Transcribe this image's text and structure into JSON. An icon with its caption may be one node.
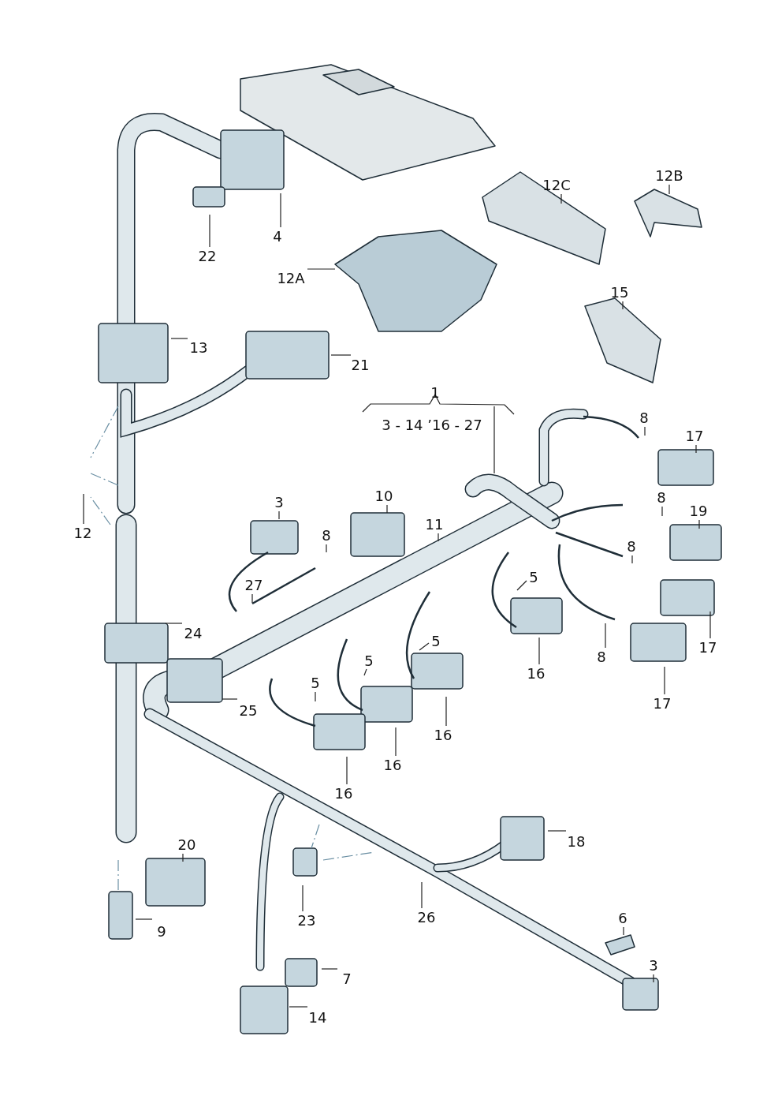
{
  "diagram": {
    "nodes": [
      {
        "text": [
          "4"
        ]
      },
      {
        "text": [
          "22"
        ]
      },
      {
        "text": [
          "12C"
        ]
      },
      {
        "text": [
          "12B"
        ]
      },
      {
        "text": [
          "12A"
        ]
      },
      {
        "text": [
          "15"
        ]
      },
      {
        "text": [
          "13"
        ]
      },
      {
        "text": [
          "21"
        ]
      },
      {
        "text": [
          "1"
        ]
      },
      {
        "text": [
          "12"
        ]
      },
      {
        "text": [
          "3"
        ]
      },
      {
        "text": [
          "10"
        ]
      },
      {
        "text": [
          "11"
        ]
      },
      {
        "text": [
          "8"
        ]
      },
      {
        "text": [
          "27"
        ]
      },
      {
        "text": [
          "24"
        ]
      },
      {
        "text": [
          "25"
        ]
      },
      {
        "text": [
          "8"
        ]
      },
      {
        "text": [
          "17"
        ]
      },
      {
        "text": [
          "8"
        ]
      },
      {
        "text": [
          "19"
        ]
      },
      {
        "text": [
          "8"
        ]
      },
      {
        "text": [
          "5"
        ]
      },
      {
        "text": [
          "17"
        ]
      },
      {
        "text": [
          "8"
        ]
      },
      {
        "text": [
          "16"
        ]
      },
      {
        "text": [
          "17"
        ]
      },
      {
        "text": [
          "5"
        ]
      },
      {
        "text": [
          "5"
        ]
      },
      {
        "text": [
          "5"
        ]
      },
      {
        "text": [
          "16"
        ]
      },
      {
        "text": [
          "16"
        ]
      },
      {
        "text": [
          "16"
        ]
      },
      {
        "text": [
          "18"
        ]
      },
      {
        "text": [
          "20"
        ]
      },
      {
        "text": [
          "9"
        ]
      },
      {
        "text": [
          "23"
        ]
      },
      {
        "text": [
          "26"
        ]
      },
      {
        "text": [
          "6"
        ]
      },
      {
        "text": [
          "3"
        ]
      },
      {
        "text": [
          "7"
        ]
      },
      {
        "text": [
          "14"
        ]
      }
    ],
    "edges": [
      {
        "from": 0,
        "to": null,
        "arrow": "none"
      },
      {
        "from": 1,
        "to": null,
        "arrow": "none"
      },
      {
        "from": 2,
        "to": null,
        "arrow": "none"
      },
      {
        "from": 3,
        "to": null,
        "arrow": "none"
      },
      {
        "from": 4,
        "to": null,
        "arrow": "none"
      },
      {
        "from": 5,
        "to": null,
        "arrow": "none"
      },
      {
        "from": 6,
        "to": null,
        "arrow": "none"
      },
      {
        "from": 7,
        "to": null,
        "arrow": "none"
      },
      {
        "from": 8,
        "to": null,
        "arrow": "none"
      },
      {
        "from": 9,
        "to": null,
        "arrow": "none"
      },
      {
        "from": 10,
        "to": null,
        "arrow": "none"
      },
      {
        "from": 11,
        "to": null,
        "arrow": "none"
      },
      {
        "from": 12,
        "to": null,
        "arrow": "none"
      },
      {
        "from": 13,
        "to": null,
        "arrow": "none"
      },
      {
        "from": 14,
        "to": null,
        "arrow": "none"
      },
      {
        "from": 15,
        "to": null,
        "arrow": "none"
      },
      {
        "from": 16,
        "to": null,
        "arrow": "none"
      },
      {
        "from": 17,
        "to": null,
        "arrow": "none"
      },
      {
        "from": 18,
        "to": null,
        "arrow": "none"
      },
      {
        "from": 19,
        "to": null,
        "arrow": "none"
      },
      {
        "from": 20,
        "to": null,
        "arrow": "none"
      },
      {
        "from": 21,
        "to": null,
        "arrow": "none"
      },
      {
        "from": 22,
        "to": null,
        "arrow": "none"
      },
      {
        "from": 23,
        "to": null,
        "arrow": "none"
      },
      {
        "from": 24,
        "to": null,
        "arrow": "none"
      },
      {
        "from": 25,
        "to": null,
        "arrow": "none"
      },
      {
        "from": 26,
        "to": null,
        "arrow": "none"
      },
      {
        "from": 27,
        "to": null,
        "arrow": "none"
      },
      {
        "from": 28,
        "to": null,
        "arrow": "none"
      },
      {
        "from": 29,
        "to": null,
        "arrow": "none"
      },
      {
        "from": 30,
        "to": null,
        "arrow": "none"
      },
      {
        "from": 31,
        "to": null,
        "arrow": "none"
      },
      {
        "from": 32,
        "to": null,
        "arrow": "none"
      },
      {
        "from": 33,
        "to": null,
        "arrow": "none"
      },
      {
        "from": 34,
        "to": null,
        "arrow": "none"
      },
      {
        "from": 35,
        "to": null,
        "arrow": "none"
      },
      {
        "from": 36,
        "to": null,
        "arrow": "none"
      },
      {
        "from": 37,
        "to": null,
        "arrow": "none"
      },
      {
        "from": 38,
        "to": null,
        "arrow": "none"
      },
      {
        "from": 39,
        "to": null,
        "arrow": "none"
      },
      {
        "from": 40,
        "to": null,
        "arrow": "none"
      },
      {
        "from": 41,
        "to": null,
        "arrow": "none"
      }
    ],
    "labels": [
      "3 - 14 ’16 - 27"
    ]
  }
}
